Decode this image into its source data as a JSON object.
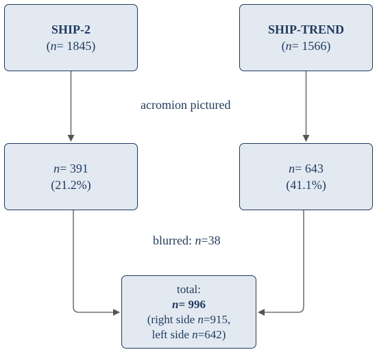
{
  "boxes": {
    "ship2": {
      "title": "SHIP-2",
      "n_prefix": "(",
      "n_var": "n",
      "n_value": "= 1845)"
    },
    "shiptrend": {
      "title": "SHIP-TREND",
      "n_prefix": "(",
      "n_var": "n",
      "n_value": "= 1566)"
    },
    "n391": {
      "n_var": "n",
      "n_value": "= 391",
      "percent": "(21.2%)"
    },
    "n643": {
      "n_var": "n",
      "n_value": "= 643",
      "percent": "(41.1%)"
    },
    "total": {
      "label": "total:",
      "n_var": "n",
      "n_value": "= 996",
      "right_prefix": "(right side ",
      "right_var": "n",
      "right_value": "=915,",
      "left_prefix": "left side ",
      "left_var": "n",
      "left_value": "=642)"
    }
  },
  "edge_labels": {
    "acromion": "acromion pictured",
    "blurred_prefix": "blurred: ",
    "blurred_var": "n",
    "blurred_value": "=38"
  },
  "colors": {
    "box_fill": "#e3e9f0",
    "box_border": "#1f3a5f",
    "text": "#1f3a5f",
    "connector": "#555555"
  }
}
